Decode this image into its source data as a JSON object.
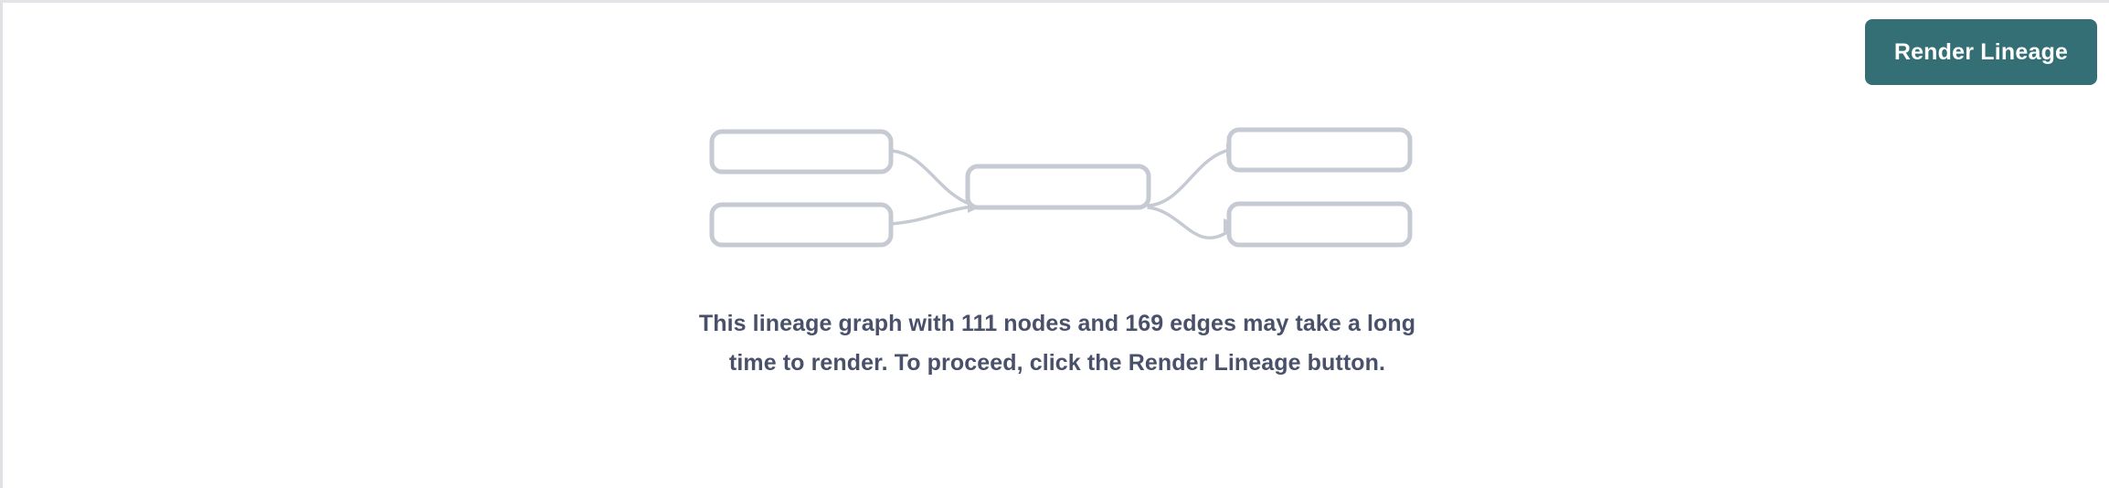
{
  "panel": {
    "background_color": "#ffffff",
    "border_color": "#e3e4e8"
  },
  "toolbar": {
    "render_button_label": "Render Lineage",
    "render_button_color": "#336f75",
    "render_button_text_color": "#ffffff"
  },
  "illustration": {
    "name": "lineage-graph-placeholder",
    "node_border_color": "#c5cad3",
    "node_fill_color": "#ffffff",
    "edge_color": "#c5cad3",
    "nodes": [
      {
        "id": "source-node-1",
        "column": "left",
        "label": ""
      },
      {
        "id": "source-node-2",
        "column": "left",
        "label": ""
      },
      {
        "id": "center-node",
        "column": "center",
        "label": ""
      },
      {
        "id": "target-node-1",
        "column": "right",
        "label": ""
      },
      {
        "id": "target-node-2",
        "column": "right",
        "label": ""
      }
    ],
    "edges": [
      {
        "from": "source-node-1",
        "to": "center-node"
      },
      {
        "from": "source-node-2",
        "to": "center-node"
      },
      {
        "from": "center-node",
        "to": "target-node-1"
      },
      {
        "from": "center-node",
        "to": "target-node-2"
      }
    ]
  },
  "message": {
    "text": "This lineage graph with 111 nodes and 169 edges may take a long time to render. To proceed, click the Render Lineage button.",
    "node_count": 111,
    "edge_count": 169,
    "text_color": "#49506a"
  }
}
